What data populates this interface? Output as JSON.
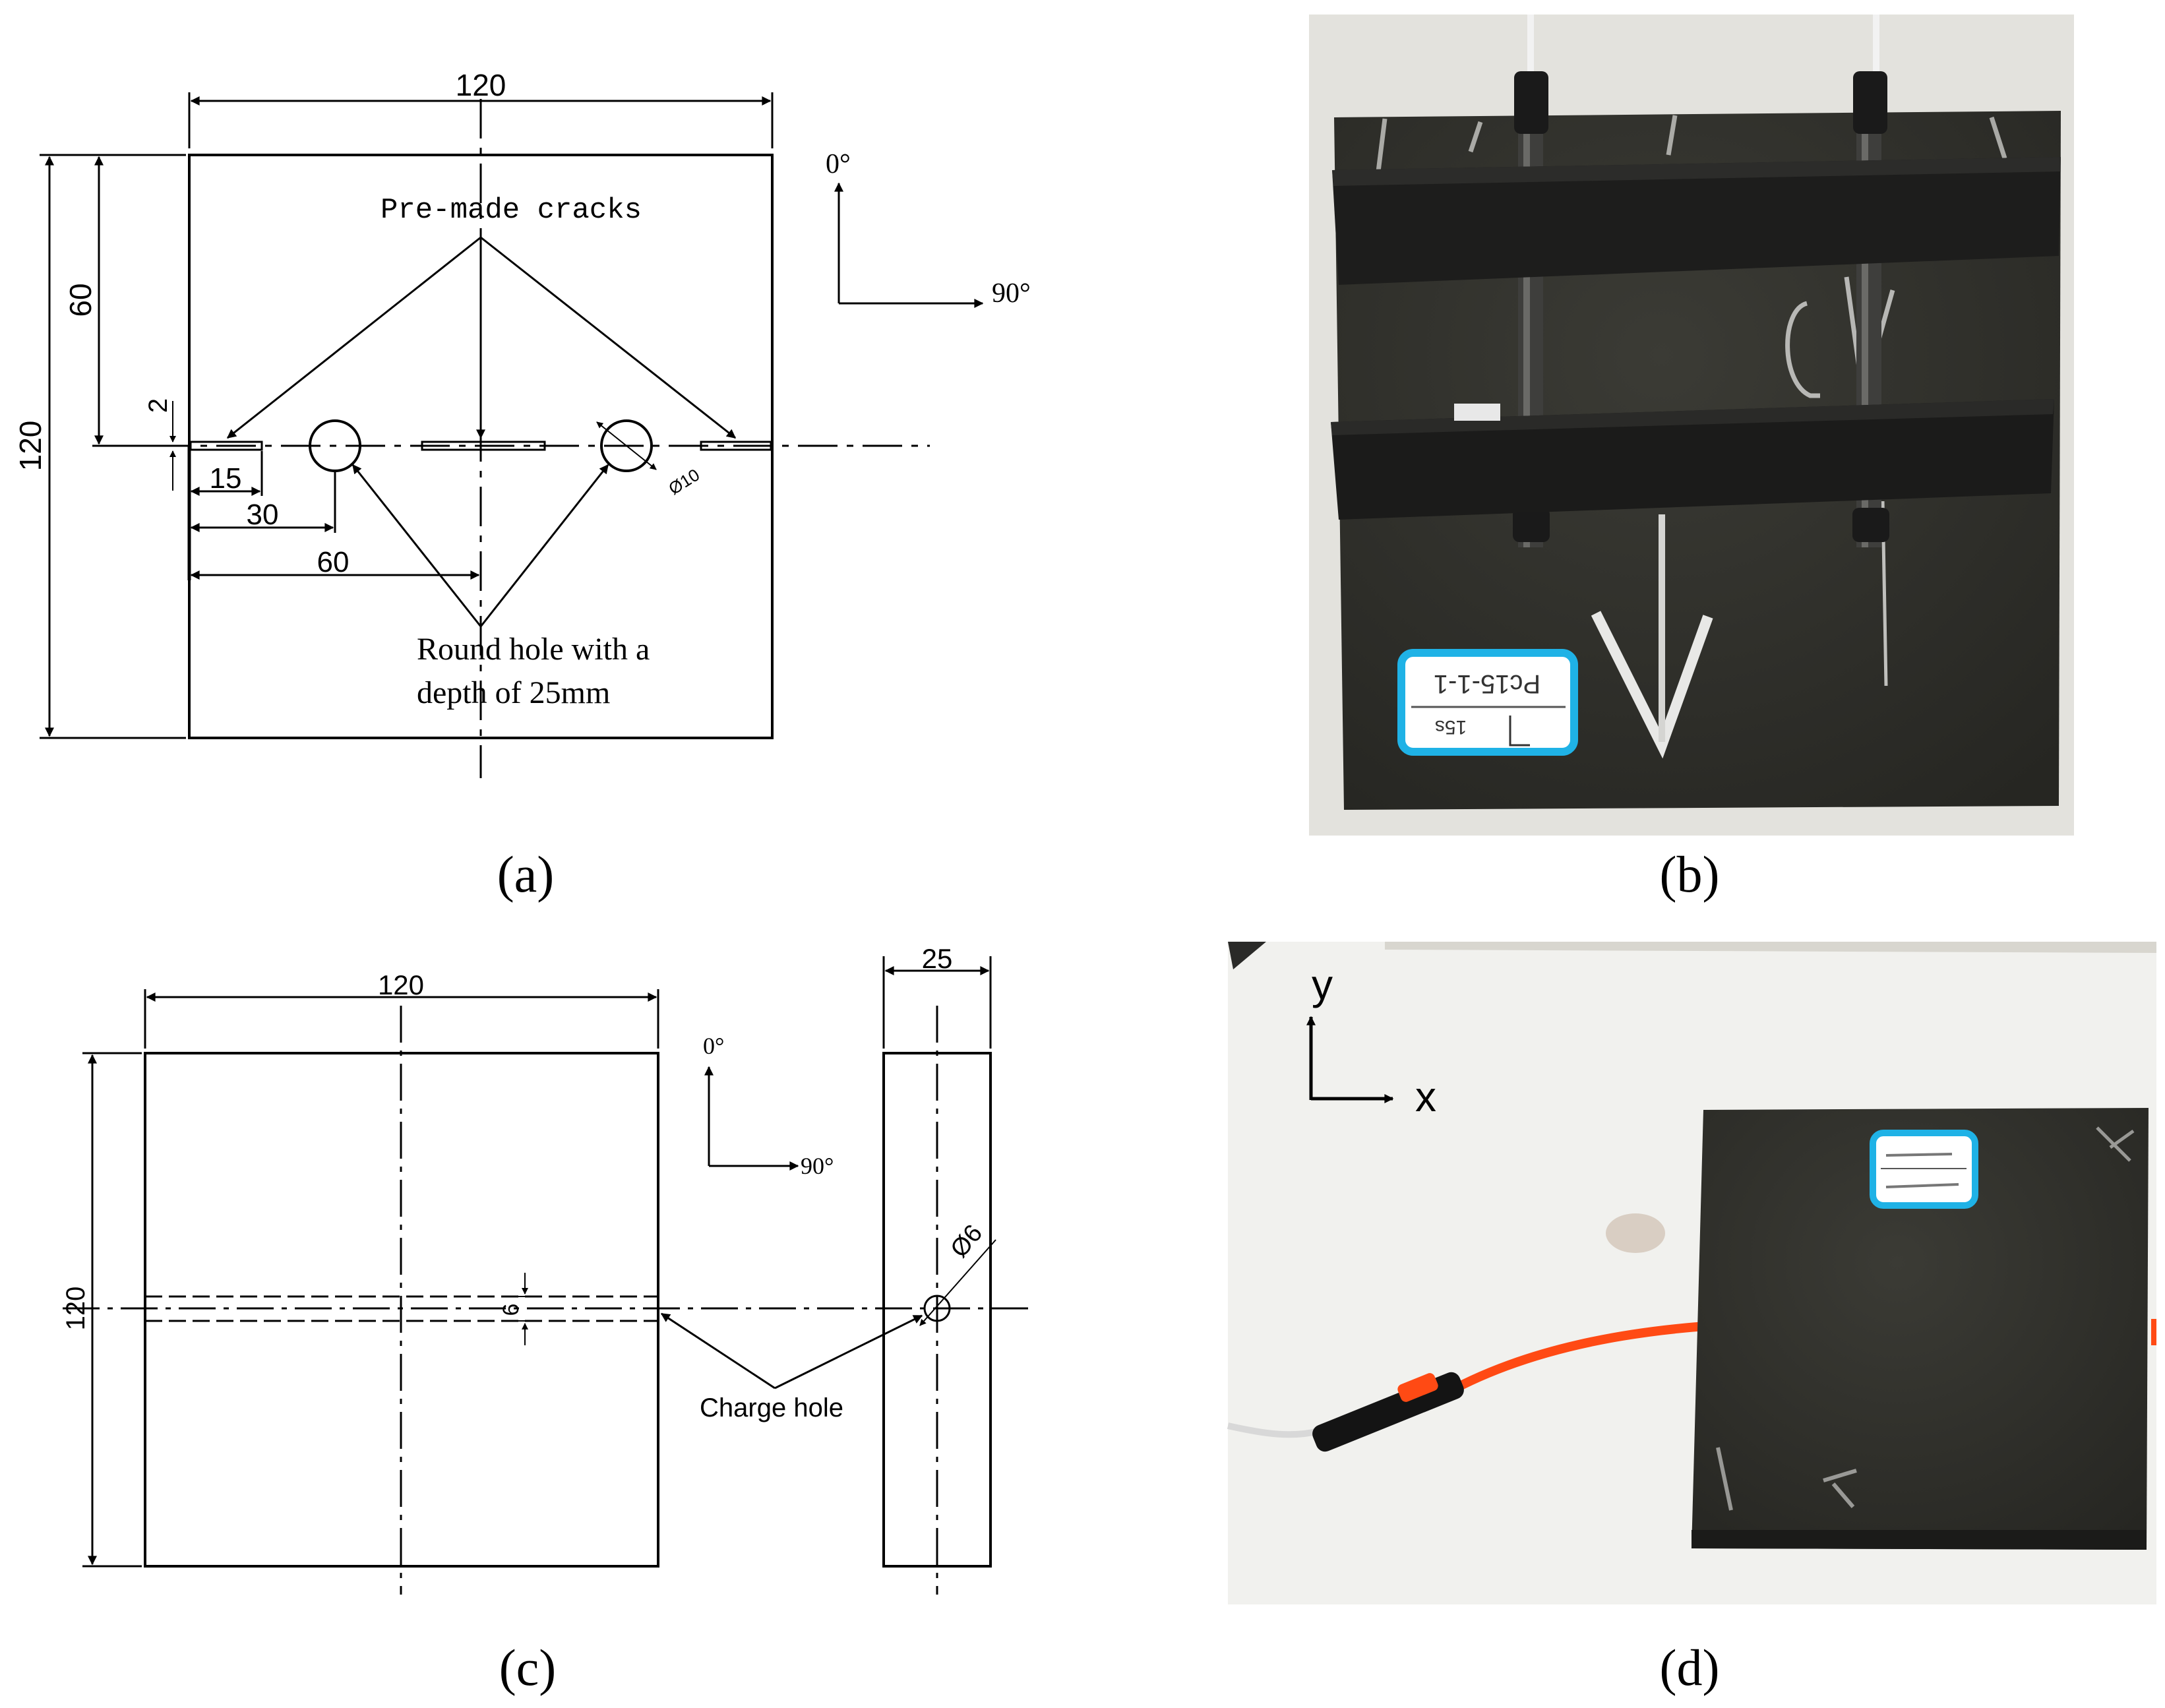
{
  "panels": {
    "a": {
      "caption": "(a)",
      "dims": {
        "top_width": "120",
        "left_height": "120",
        "upper_half": "60",
        "crack_width": "2",
        "crack_len": "15",
        "hole_x": "30",
        "center_x": "60",
        "hole_dia": "Ø10"
      },
      "labels": {
        "cracks": "Pre-made cracks",
        "holes_line1": "Round hole with a",
        "holes_line2": "depth of 25mm"
      },
      "axes": {
        "zero": "0°",
        "ninety": "90°"
      }
    },
    "b": {
      "caption": "(b)",
      "sticker_text_1": "Pc15-1-1",
      "sticker_text_2": "15s"
    },
    "c": {
      "caption": "(c)",
      "dims": {
        "front_width": "120",
        "front_height": "120",
        "side_width": "25",
        "bore": "6",
        "side_bore_dia": "Ø6"
      },
      "labels": {
        "charge_hole": "Charge hole"
      },
      "axes": {
        "zero": "0°",
        "ninety": "90°"
      }
    },
    "d": {
      "caption": "(d)",
      "axes": {
        "y": "y",
        "x": "x"
      }
    }
  },
  "colors": {
    "ink": "#000000",
    "specimen": "#2f2f2a",
    "specimen_dark": "#22221f",
    "tape": "#1c1c1c",
    "sticker_border": "#1fb2e6",
    "cable": "#ff4a14",
    "table": "#f1f1ee"
  }
}
